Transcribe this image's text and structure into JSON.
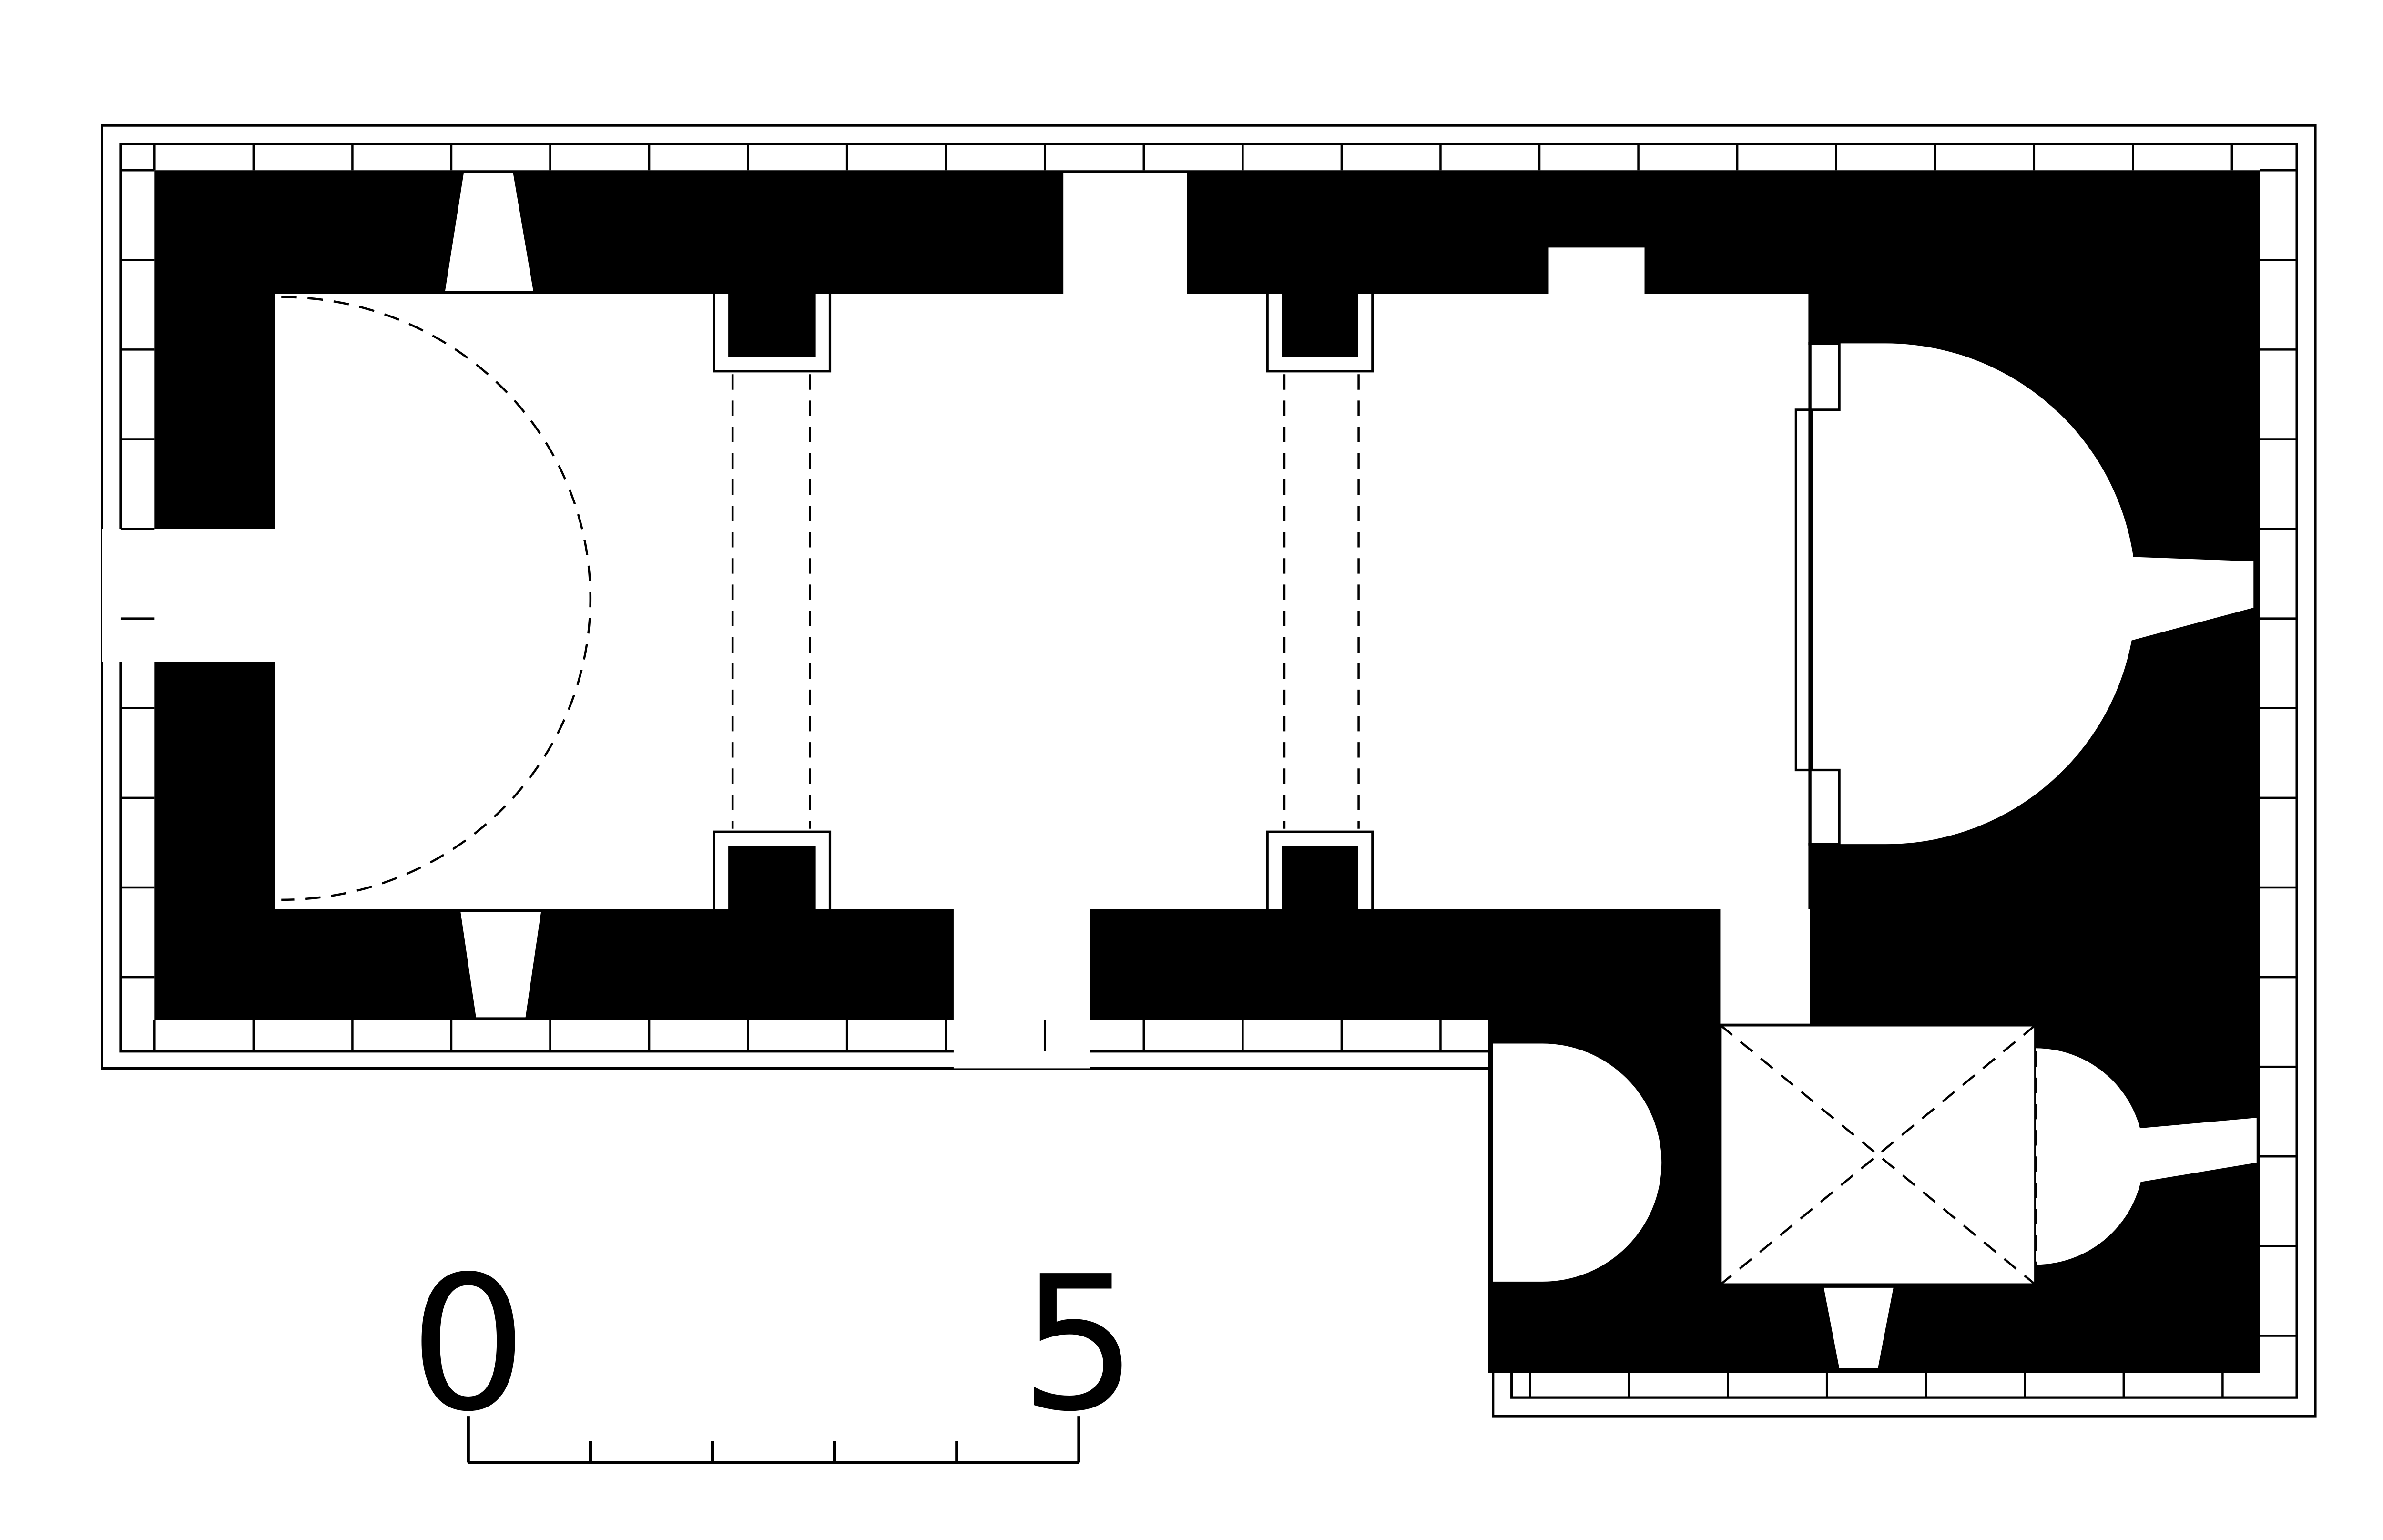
{
  "drawing": {
    "colors": {
      "ink": "#000000",
      "paper": "#ffffff"
    },
    "scale_bar": {
      "start_label": "0",
      "end_label": "5",
      "divisions": 5
    }
  }
}
